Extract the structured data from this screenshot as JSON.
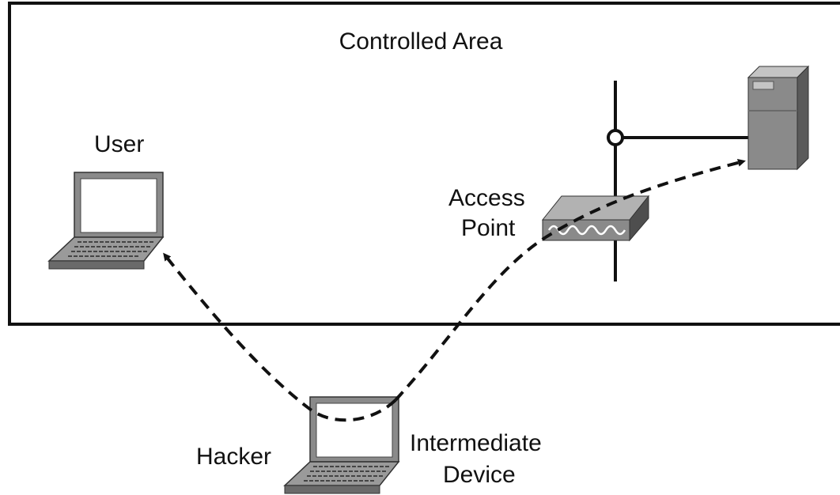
{
  "diagram": {
    "labels": {
      "area": "Controlled Area",
      "user": "User",
      "access_point_line1": "Access",
      "access_point_line2": "Point",
      "hacker": "Hacker",
      "intermediate_line1": "Intermediate",
      "intermediate_line2": "Device"
    },
    "colors": {
      "line": "#111111",
      "device_fill": "#8a8a8a",
      "device_dark": "#5a5a5a",
      "device_light": "#c4c4c4",
      "screen": "#ffffff",
      "background": "#ffffff"
    },
    "icons": [
      "user-laptop-icon",
      "hacker-laptop-icon",
      "access-point-icon",
      "server-icon"
    ]
  }
}
